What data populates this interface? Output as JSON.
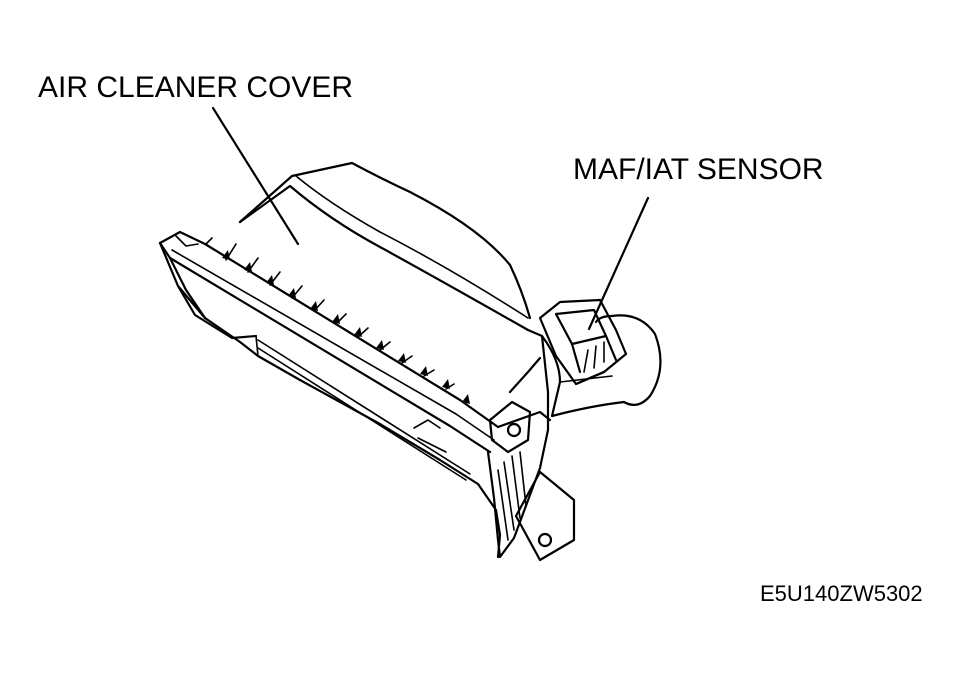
{
  "labels": {
    "air_cleaner_cover": "AIR CLEANER COVER",
    "maf_iat_sensor": "MAF/IAT SENSOR",
    "figure_code": "E5U140ZW5302"
  },
  "colors": {
    "ink": "#000000",
    "background": "#ffffff"
  }
}
